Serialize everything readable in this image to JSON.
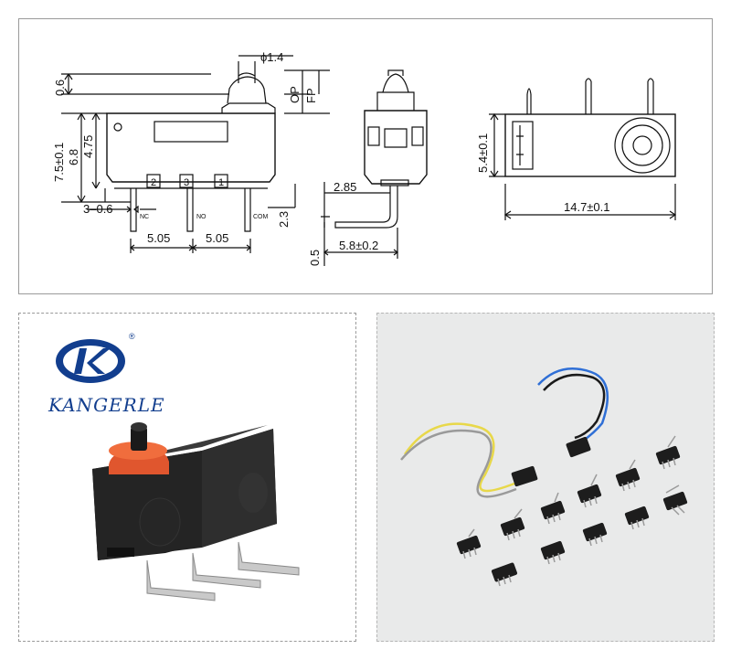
{
  "brand": {
    "name": "KANGERLE",
    "registered_mark": "®",
    "logo_letter": "K",
    "color": "#123e8e"
  },
  "drawing": {
    "dimensions": {
      "plunger_diameter": "ϕ1.4",
      "plunger_height": "0.6",
      "op": "OP",
      "fp": "FP",
      "body_height": "7.5±0.1",
      "height_68": "6.8",
      "height_475": "4.75",
      "pin_width": "3–0.6",
      "pin_length": "2.3",
      "pin_pitch_left": "5.05",
      "pin_pitch_right": "5.05",
      "side_offset": "2.85",
      "terminal_thickness": "0.5",
      "terminal_reach": "5.8±0.2",
      "width": "5.4±0.1",
      "length": "14.7±0.1"
    },
    "pin_numbers": [
      "2",
      "3",
      "1"
    ],
    "pin_labels": {
      "nc": "NC",
      "no": "NO",
      "com": "COM"
    }
  },
  "colors": {
    "line": "#111111",
    "actuator": "#e0562e",
    "switch_body": "#1c1c1c",
    "wire_yellow": "#e8d84a",
    "wire_blue": "#2f6fd6"
  }
}
